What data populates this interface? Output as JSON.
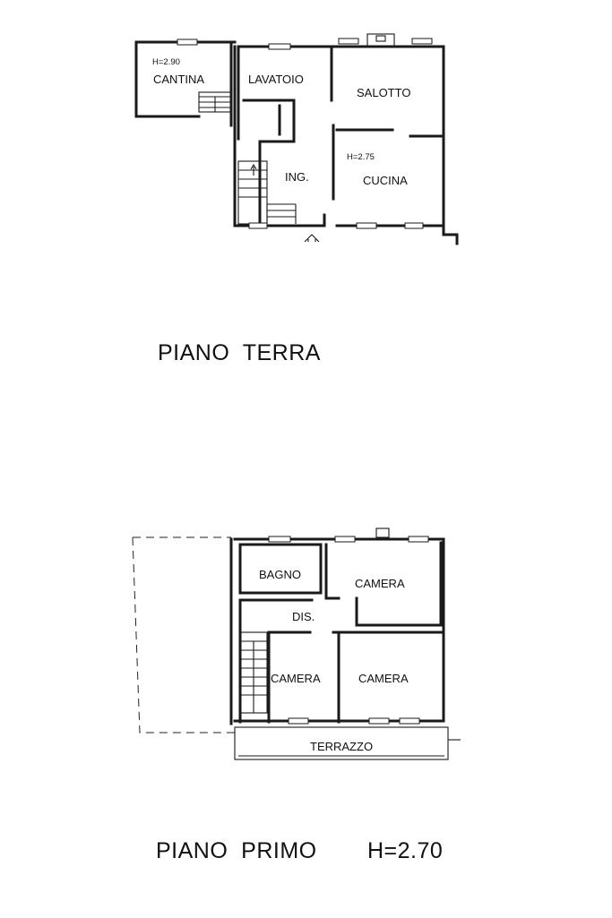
{
  "ground_floor": {
    "title": "PIANO  TERRA",
    "rooms": {
      "cantina": "CANTINA",
      "lavatoio": "LAVATOIO",
      "salotto": "SALOTTO",
      "ingresso": "ING.",
      "cucina": "CUCINA"
    },
    "heights": {
      "cantina": "H=2.90",
      "cucina": "H=2.75"
    }
  },
  "first_floor": {
    "title": "PIANO  PRIMO",
    "height": "H=2.70",
    "rooms": {
      "bagno": "BAGNO",
      "camera_ne": "CAMERA",
      "disimpegno": "DIS.",
      "camera_sw": "CAMERA",
      "camera_se": "CAMERA",
      "terrazzo": "TERRAZZO"
    }
  }
}
